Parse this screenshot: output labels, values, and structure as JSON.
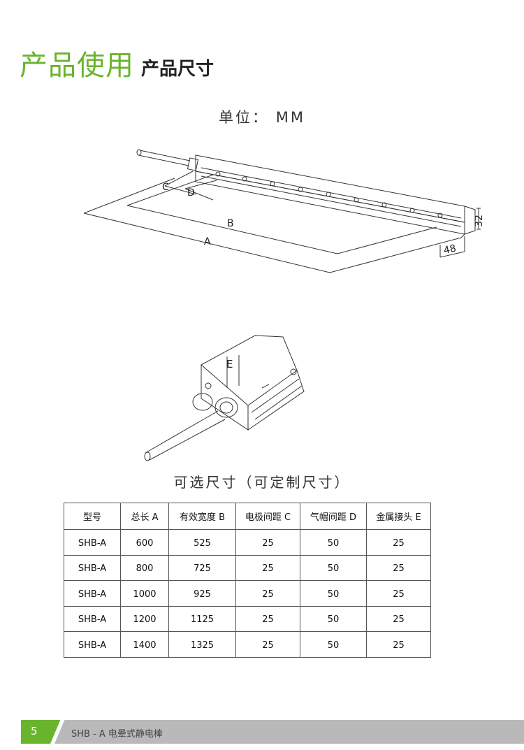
{
  "header": {
    "title": "产品使用",
    "subtitle": "产品尺寸"
  },
  "unit_label": "单位：  MM",
  "drawing_labels": {
    "a": "A",
    "b": "B",
    "c": "C",
    "d": "D",
    "e": "E",
    "height": "32",
    "width": "48"
  },
  "optional_title": "可选尺寸（可定制尺寸）",
  "table": {
    "headers": [
      "型号",
      "总长 A",
      "有效宽度 B",
      "电极间距 C",
      "气帽间距 D",
      "金属接头 E"
    ],
    "rows": [
      [
        "SHB-A",
        "600",
        "525",
        "25",
        "50",
        "25"
      ],
      [
        "SHB-A",
        "800",
        "725",
        "25",
        "50",
        "25"
      ],
      [
        "SHB-A",
        "1000",
        "925",
        "25",
        "50",
        "25"
      ],
      [
        "SHB-A",
        "1200",
        "1125",
        "25",
        "50",
        "25"
      ],
      [
        "SHB-A",
        "1400",
        "1325",
        "25",
        "50",
        "25"
      ]
    ]
  },
  "footer": {
    "page_number": "5",
    "text": "SHB - A 电晕式静电棒"
  },
  "colors": {
    "accent": "#6ab42d",
    "footer_gray": "#b9b9b9"
  }
}
